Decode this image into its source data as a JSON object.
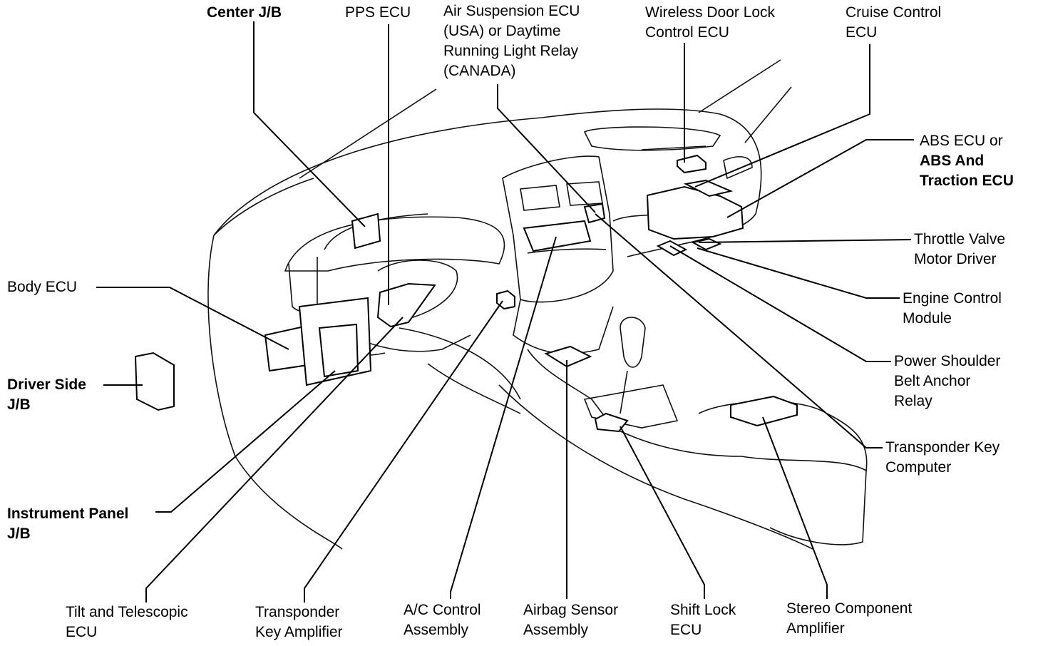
{
  "diagram": {
    "colors": {
      "ink": "#000000",
      "background": "#ffffff"
    },
    "labels": {
      "center_jb": "Center J/B",
      "pps_ecu": "PPS ECU",
      "air_suspension": [
        "Air Suspension ECU",
        "(USA) or Daytime",
        "Running Light Relay",
        "(CANADA)"
      ],
      "wireless_door_lock": [
        "Wireless Door Lock",
        "Control ECU"
      ],
      "cruise_control": [
        "Cruise Control",
        "ECU"
      ],
      "abs_ecu": "ABS ECU or",
      "abs_traction": [
        "ABS And",
        "Traction ECU"
      ],
      "throttle_valve": [
        "Throttle Valve",
        "Motor Driver"
      ],
      "engine_control": [
        "Engine Control",
        "Module"
      ],
      "power_shoulder": [
        "Power Shoulder",
        "Belt Anchor",
        "Relay"
      ],
      "transponder_key_computer": [
        "Transponder Key",
        "Computer"
      ],
      "body_ecu": "Body ECU",
      "driver_side_jb": [
        "Driver Side",
        "J/B"
      ],
      "instrument_panel_jb": [
        "Instrument Panel",
        "J/B"
      ],
      "tilt_telescopic": [
        "Tilt and Telescopic",
        "ECU"
      ],
      "transponder_key_amplifier": [
        "Transponder",
        "Key Amplifier"
      ],
      "ac_control": [
        "A/C Control",
        "Assembly"
      ],
      "airbag_sensor": [
        "Airbag Sensor",
        "Assembly"
      ],
      "shift_lock": [
        "Shift Lock",
        "ECU"
      ],
      "stereo_amplifier": [
        "Stereo Component",
        "Amplifier"
      ]
    }
  }
}
